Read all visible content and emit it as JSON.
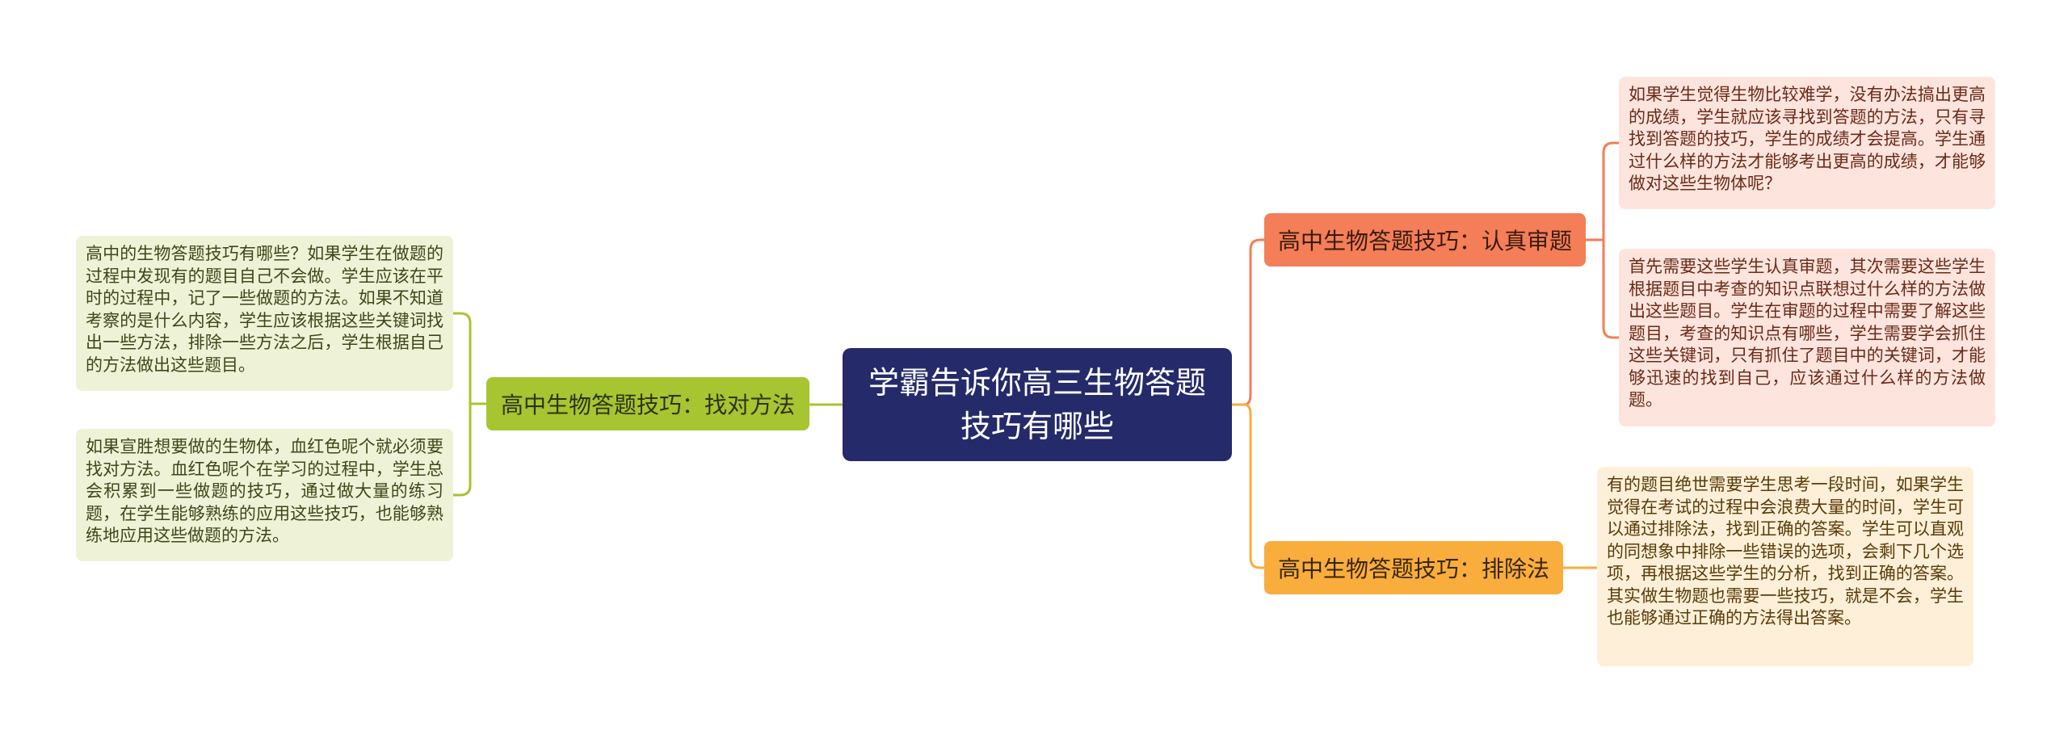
{
  "root": {
    "title": "学霸告诉你高三生物答题技巧有哪些"
  },
  "left_branch": {
    "label": "高中生物答题技巧：找对方法",
    "notes": [
      "高中的生物答题技巧有哪些？如果学生在做题的过程中发现有的题目自己不会做。学生应该在平时的过程中，记了一些做题的方法。如果不知道考察的是什么内容，学生应该根据这些关键词找出一些方法，排除一些方法之后，学生根据自己的方法做出这些题目。",
      "如果宣胜想要做的生物体，血红色呢个就必须要找对方法。血红色呢个在学习的过程中，学生总会积累到一些做题的技巧，通过做大量的练习题，在学生能够熟练的应用这些技巧，也能够熟练地应用这些做题的方法。"
    ]
  },
  "right_branches": [
    {
      "label": "高中生物答题技巧：认真审题",
      "notes": [
        "如果学生觉得生物比较难学，没有办法搞出更高的成绩，学生就应该寻找到答题的方法，只有寻找到答题的技巧，学生的成绩才会提高。学生通过什么样的方法才能够考出更高的成绩，才能够做对这些生物体呢？",
        "首先需要这些学生认真审题，其次需要这些学生根据题目中考查的知识点联想过什么样的方法做出这些题目。学生在审题的过程中需要了解这些题目，考查的知识点有哪些，学生需要学会抓住这些关键词，只有抓住了题目中的关键词，才能够迅速的找到自己，应该通过什么样的方法做题。"
      ]
    },
    {
      "label": "高中生物答题技巧：排除法",
      "notes": [
        "有的题目绝世需要学生思考一段时间，如果学生觉得在考试的过程中会浪费大量的时间，学生可以通过排除法，找到正确的答案。学生可以直观的同想象中排除一些错误的选项，会剩下几个选项，再根据这些学生的分析，找到正确的答案。其实做生物题也需要一些技巧，就是不会，学生也能够通过正确的方法得出答案。"
      ]
    }
  ],
  "colors": {
    "root": "#252a6b",
    "left_branch": "#a7c431",
    "right_branch_1": "#f47e57",
    "right_branch_2": "#f8ad3d",
    "left_notes_bg": "#eef3d8",
    "right_notes_1_bg": "#fde4dd",
    "right_notes_2_bg": "#fef0d8"
  }
}
